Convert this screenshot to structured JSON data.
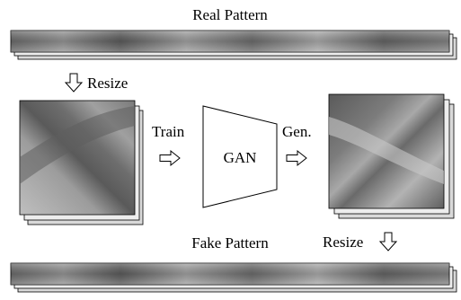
{
  "diagram": {
    "real_pattern_label": "Real Pattern",
    "resize_top_label": "Resize",
    "train_label": "Train",
    "gan_label": "GAN",
    "gen_label": "Gen.",
    "fake_pattern_label": "Fake Pattern",
    "resize_bottom_label": "Resize"
  },
  "colors": {
    "stack_back": "#d9d9d9",
    "stack_mid": "#ededed",
    "texture_dark": "#4a4a4a",
    "texture_mid": "#8c8c8c",
    "texture_light": "#c8c8c8",
    "stroke": "#000000"
  }
}
